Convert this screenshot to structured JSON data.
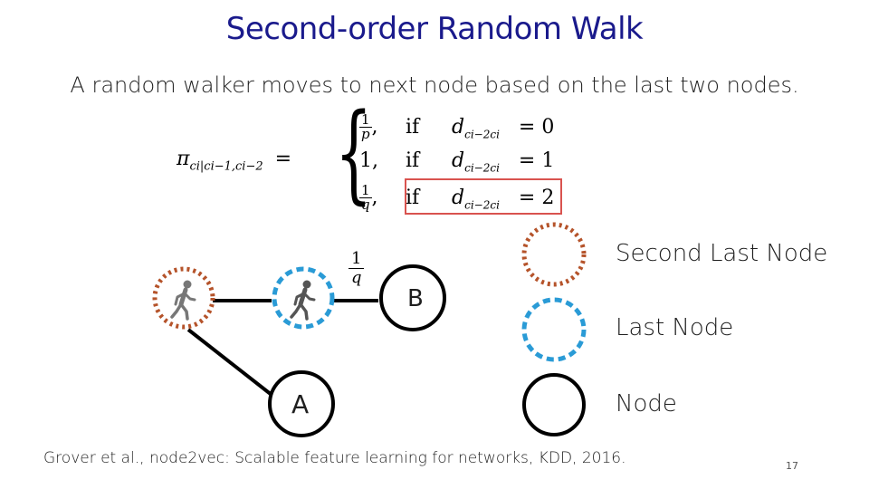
{
  "slide": {
    "title": "Second-order Random Walk",
    "subtitle": "A random walker moves to next node based on the last two nodes.",
    "citation": "Grover et al., node2vec: Scalable feature learning for networks, KDD, 2016.",
    "page_number": "17"
  },
  "formula": {
    "lhs": "π",
    "lhs_sub": "ci|ci−1,ci−2",
    "equals": "=",
    "cases": [
      {
        "value_num": "1",
        "value_den": "p",
        "keyword": "if",
        "cond_var": "d",
        "cond_sub": "ci−2ci",
        "cond_rhs": "= 0"
      },
      {
        "value": "1,",
        "keyword": "if",
        "cond_var": "d",
        "cond_sub": "ci−2ci",
        "cond_rhs": "= 1"
      },
      {
        "value_num": "1",
        "value_den": "q",
        "keyword": "if",
        "cond_var": "d",
        "cond_sub": "ci−2ci",
        "cond_rhs": "= 2"
      }
    ],
    "highlight_color": "#d9534f"
  },
  "diagram": {
    "node_a_label": "A",
    "node_b_label": "B",
    "edge_label_num": "1",
    "edge_label_den": "q",
    "colors": {
      "second_last": "#b5532a",
      "last": "#2a9bd6",
      "node": "#000000",
      "walker": "#777777"
    },
    "icons": [
      "walker-icon",
      "walker-icon"
    ]
  },
  "legend": [
    {
      "label": "Second Last Node",
      "style": "dotted-brown"
    },
    {
      "label": "Last Node",
      "style": "dashed-blue"
    },
    {
      "label": "Node",
      "style": "solid-black"
    }
  ]
}
